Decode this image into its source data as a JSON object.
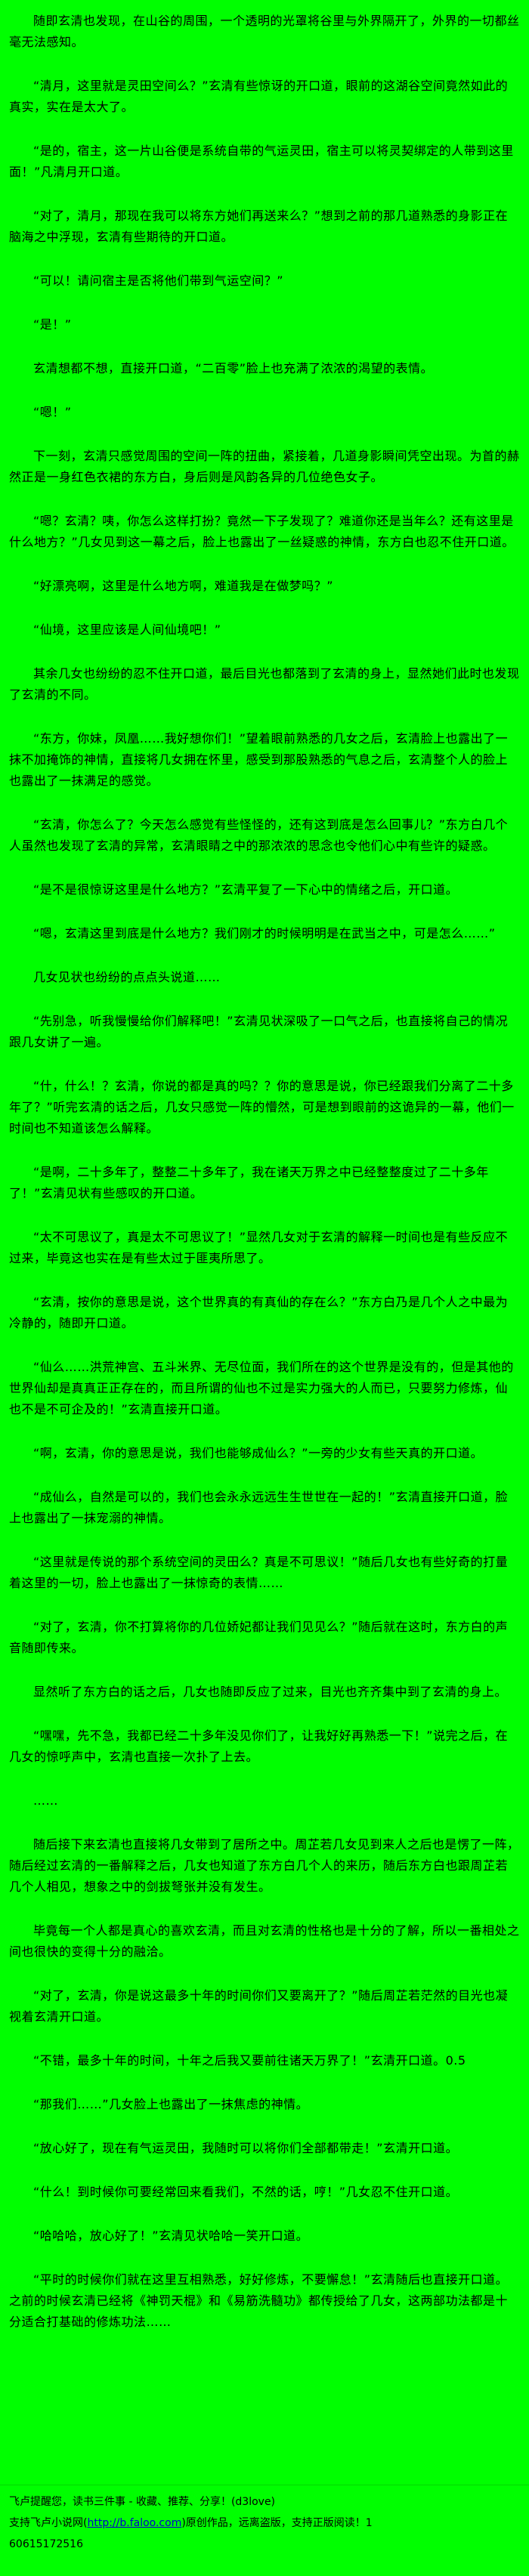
{
  "page": {
    "background_color": "#00ff00",
    "text_color": "#000000"
  },
  "content": {
    "paragraphs": [
      "随即玄清也发现，在山谷的周围，一个透明的光罩将谷里与外界隔开了，外界的一切都丝毫无法感知。",
      "“清月，这里就是灵田空间么？”玄清有些惊讶的开口道，眼前的这湖谷空间竟然如此的真实，实在是太大了。",
      "“是的，宿主，这一片山谷便是系统自带的气运灵田，宿主可以将灵契绑定的人带到这里面！”凡清月开口道。",
      "“对了，清月，那现在我可以将东方她们再送来么？”想到之前的那几道熟悉的身影正在脑海之中浮现，玄清有些期待的开口道。",
      "“可以！请问宿主是否将他们带到气运空间？”",
      "“是！”",
      "玄清想都不想，直接开口道，“二百零”脸上也充满了浓浓的渴望的表情。",
      "“嗯！”",
      "下一刻，玄清只感觉周围的空间一阵的扭曲，紧接着，几道身影瞬间凭空出现。为首的赫然正是一身红色衣裙的东方白，身后则是风韵各异的几位绝色女子。",
      "“嗯？玄清？咦，你怎么这样打扮？竟然一下子发现了？难道你还是当年么？还有这里是什么地方？”几女见到这一幕之后，脸上也露出了一丝疑惑的神情，东方白也忍不住开口道。",
      "“好漂亮啊，这里是什么地方啊，难道我是在做梦吗？”",
      "“仙境，这里应该是人间仙境吧！”",
      "其余几女也纷纷的忍不住开口道，最后目光也都落到了玄清的身上，显然她们此时也发现了玄清的不同。",
      "“东方，你妹，凤凰……我好想你们！”望着眼前熟悉的几女之后，玄清脸上也露出了一抹不加掩饰的神情，直接将几女拥在怀里，感受到那股熟悉的气息之后，玄清整个人的脸上也露出了一抹满足的感觉。",
      "“玄清，你怎么了？今天怎么感觉有些怪怪的，还有这到底是怎么回事儿？”东方白几个人虽然也发现了玄清的异常，玄清眼睛之中的那浓浓的思念也令他们心中有些许的疑惑。",
      "“是不是很惊讶这里是什么地方？”玄清平复了一下心中的情绪之后，开口道。",
      "“嗯，玄清这里到底是什么地方？我们刚才的时候明明是在武当之中，可是怎么……”",
      "几女见状也纷纷的点点头说道……",
      "“先别急，听我慢慢给你们解释吧！”玄清见状深吸了一口气之后，也直接将自己的情况跟几女讲了一遍。",
      "“什，什么！？玄清，你说的都是真的吗？？你的意思是说，你已经跟我们分离了二十多年了？”听完玄清的话之后，几女只感觉一阵的懵然，可是想到眼前的这诡异的一幕，他们一时间也不知道该怎么解释。",
      "“是啊，二十多年了，整整二十多年了，我在诸天万界之中已经整整度过了二十多年了！”玄清见状有些感叹的开口道。",
      "“太不可思议了，真是太不可思议了！”显然几女对于玄清的解释一时间也是有些反应不过来，毕竟这也实在是有些太过于匪夷所思了。",
      "“玄清，按你的意思是说，这个世界真的有真仙的存在么？”东方白乃是几个人之中最为冷静的，随即开口道。",
      "“仙么……洪荒神宫、五斗米界、无尽位面，我们所在的这个世界是没有的，但是其他的世界仙却是真真正正存在的，而且所谓的仙也不过是实力强大的人而已，只要努力修炼，仙也不是不可企及的！”玄清直接开口道。",
      "“啊，玄清，你的意思是说，我们也能够成仙么？”一旁的少女有些天真的开口道。",
      "“成仙么，自然是可以的，我们也会永永远远生生世世在一起的！”玄清直接开口道，脸上也露出了一抹宠溺的神情。",
      "“这里就是传说的那个系统空间的灵田么？真是不可思议！”随后几女也有些好奇的打量着这里的一切，脸上也露出了一抹惊奇的表情……",
      "“对了，玄清，你不打算将你的几位娇妃都让我们见见么？”随后就在这时，东方白的声音随即传来。",
      "显然听了东方白的话之后，几女也随即反应了过来，目光也齐齐集中到了玄清的身上。",
      "“嘿嘿，先不急，我都已经二十多年没见你们了，让我好好再熟悉一下！”说完之后，在几女的惊呼声中，玄清也直接一次扑了上去。",
      "……",
      "随后接下来玄清也直接将几女带到了居所之中。周芷若几女见到来人之后也是愣了一阵，随后经过玄清的一番解释之后，几女也知道了东方白几个人的来历，随后东方白也跟周芷若几个人相见，想象之中的剑拔弩张并没有发生。",
      "毕竟每一个人都是真心的喜欢玄清，而且对玄清的性格也是十分的了解，所以一番相处之间也很快的变得十分的融洽。",
      "“对了，玄清，你是说这最多十年的时间你们又要离开了？”随后周芷若茫然的目光也凝视着玄清开口道。",
      "“不错，最多十年的时间，十年之后我又要前往诸天万界了！”玄清开口道。0.5",
      "“那我们……”几女脸上也露出了一抹焦虑的神情。",
      "“放心好了，现在有气运灵田，我随时可以将你们全部都带走！”玄清开口道。",
      "“什么！到时候你可要经常回来看我们，不然的话，哼！”几女忍不住开口道。",
      "“哈哈哈，放心好了！”玄清见状哈哈一笑开口道。",
      "“平时的时候你们就在这里互相熟悉，好好修炼，不要懈怠！”玄清随后也直接开口道。之前的时候玄清已经将《神罚天棍》和《易筋洗髓功》都传授给了几女，这两部功法都是十分适合打基础的修炼功法……"
    ]
  },
  "footer": {
    "reminder": "飞卢提醒您，读书三件事 - 收藏、推荐、分享！(d3love)",
    "support_prefix": "支持飞卢小说网(",
    "url": "http://b.faloo.com",
    "support_suffix": ")原创作品，远离盗版，支持正版阅读！1",
    "code": "60615172516"
  }
}
